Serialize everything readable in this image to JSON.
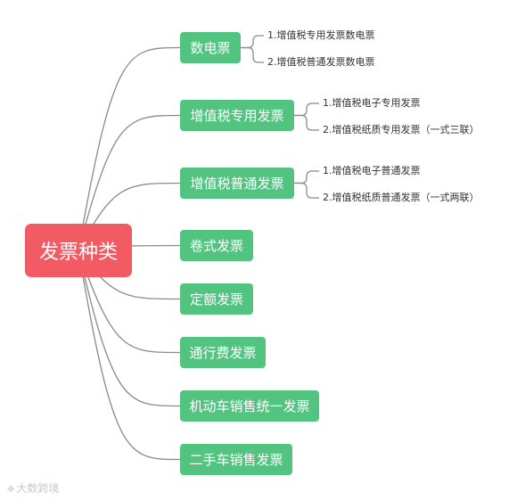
{
  "root": {
    "label": "发票种类"
  },
  "branches": [
    {
      "label": "数电票",
      "children": [
        "1.增值税专用发票数电票",
        "2.增值税普通发票数电票"
      ]
    },
    {
      "label": "增值税专用发票",
      "children": [
        "1.增值税电子专用发票",
        "2.增值税纸质专用发票（一式三联）"
      ]
    },
    {
      "label": "增值税普通发票",
      "children": [
        "1.增值税电子普通发票",
        "2.增值税纸质普通发票（一式两联）"
      ]
    },
    {
      "label": "卷式发票",
      "children": []
    },
    {
      "label": "定额发票",
      "children": []
    },
    {
      "label": "通行费发票",
      "children": []
    },
    {
      "label": "机动车销售统一发票",
      "children": []
    },
    {
      "label": "二手车销售发票",
      "children": []
    }
  ],
  "watermark": {
    "text": "大数跨境",
    "icon": "wechat-like-icon"
  },
  "colors": {
    "root": "#f25a64",
    "branch": "#52c480",
    "line": "#8a8a8a",
    "text": "#333333"
  }
}
